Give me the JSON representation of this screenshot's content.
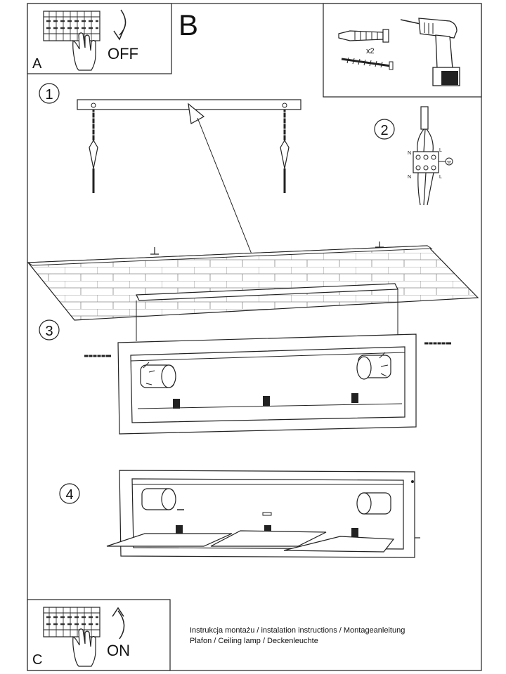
{
  "panel_a": {
    "letter": "A",
    "text": "OFF"
  },
  "panel_b": {
    "letter": "B",
    "quantity": "x2"
  },
  "panel_c": {
    "letter": "C",
    "text": "ON"
  },
  "steps": [
    "1",
    "2",
    "3",
    "4"
  ],
  "wiring": {
    "n": "N",
    "l": "L"
  },
  "caption": {
    "line1": "Instrukcja montażu / instalation instructions / Montageanleitung",
    "line2": "Plafon / Ceiling lamp / Deckenleuchte"
  }
}
